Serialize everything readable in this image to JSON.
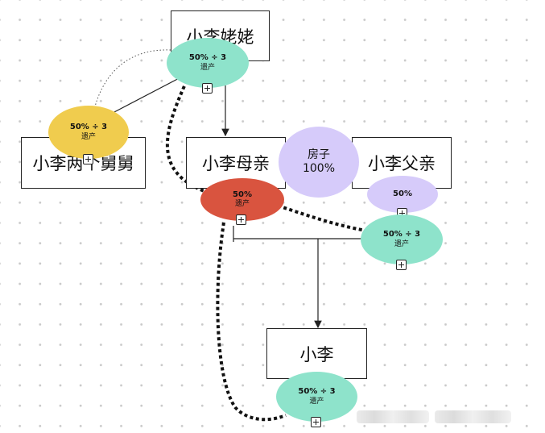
{
  "nodes": {
    "grandma": "小李姥姥",
    "uncles": "小李两个舅舅",
    "mother": "小李母亲",
    "father": "小李父亲",
    "xiaoli": "小李"
  },
  "bubbles": {
    "grandma": {
      "line1": "50% ÷ 3",
      "line2": "遗产",
      "color": "#8ee3cb"
    },
    "uncles": {
      "line1": "50% ÷ 3",
      "line2": "遗产",
      "color": "#f0cc4e"
    },
    "mother": {
      "line1": "50%",
      "line2": "遗产",
      "color": "#d9543f"
    },
    "house": {
      "line1": "房子",
      "line2": "100%",
      "color": "#d6cbfa"
    },
    "father": {
      "line1": "50%",
      "color": "#d6cbfa"
    },
    "father_share": {
      "line1": "50% ÷ 3",
      "line2": "遗产",
      "color": "#8ee3cb"
    },
    "xiaoli": {
      "line1": "50% ÷ 3",
      "line2": "遗产",
      "color": "#8ee3cb"
    }
  }
}
